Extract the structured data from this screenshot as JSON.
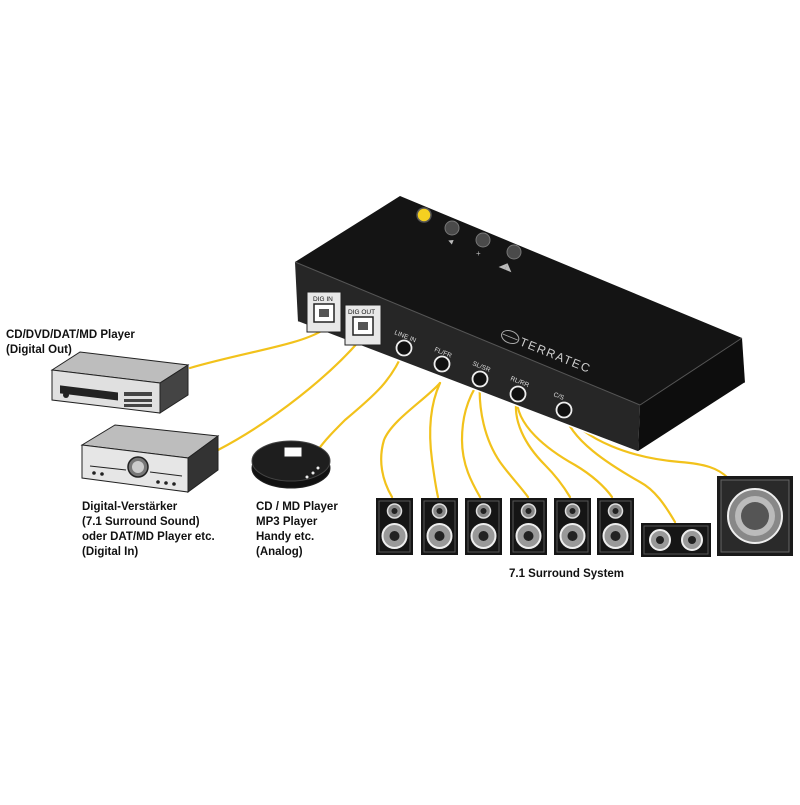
{
  "device": {
    "brand": "TERRATEC",
    "ports": {
      "dig_in": "DIG IN",
      "dig_out": "DIG OUT",
      "line_in": "LINE IN",
      "fl_fr": "FL/FR",
      "sl_sr": "SL/SR",
      "rl_rr": "RL/RR",
      "c_s": "C/S"
    }
  },
  "labels": {
    "cd_player": [
      "CD/DVD/DAT/MD Player",
      "(Digital Out)"
    ],
    "amplifier": [
      "Digital-Verstärker",
      "(7.1 Surround Sound)",
      "oder DAT/MD Player etc.",
      "(Digital In)"
    ],
    "portable": [
      "CD / MD Player",
      "MP3 Player",
      "Handy etc.",
      "(Analog)"
    ],
    "surround": "7.1 Surround System"
  },
  "colors": {
    "cable": "#f2c21b",
    "device_body": "#1a1a1a",
    "led": "#f5d020"
  }
}
